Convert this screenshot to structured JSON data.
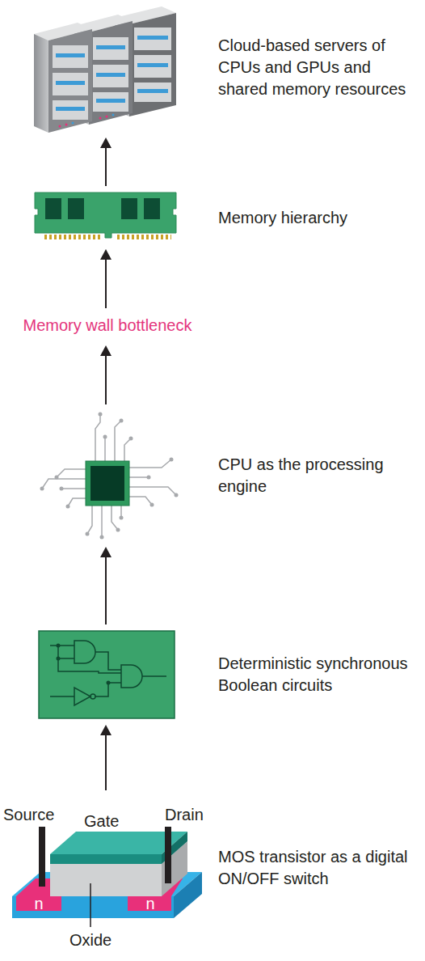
{
  "diagram": {
    "nodes": [
      {
        "text": [
          "Cloud-based servers of CPUs and GPUs and shared memory resources"
        ]
      },
      {
        "text": [
          "Memory hierarchy"
        ]
      },
      {
        "text": [
          "Memory wall bottleneck"
        ]
      },
      {
        "text": [
          "CPU as the processing engine"
        ]
      },
      {
        "text": [
          "Deterministic synchronous Boolean circuits"
        ]
      },
      {
        "text": [
          "MOS transistor as a digital ON/OFF switch"
        ]
      }
    ],
    "edges": [
      {
        "from": 5,
        "to": 4,
        "arrow": "to"
      },
      {
        "from": 4,
        "to": 3,
        "arrow": "to"
      },
      {
        "from": 3,
        "to": 2,
        "arrow": "to"
      },
      {
        "from": 2,
        "to": 1,
        "arrow": "to"
      },
      {
        "from": 1,
        "to": 0,
        "arrow": "to"
      }
    ],
    "labels": [
      "Source",
      "Gate",
      "Drain",
      "n",
      "n",
      "Oxide"
    ]
  }
}
